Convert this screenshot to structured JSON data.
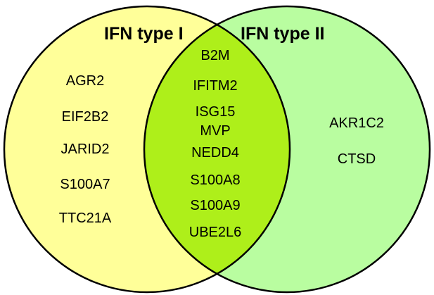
{
  "sets": {
    "type1": {
      "label": "IFN type I",
      "fill": "#ffff99",
      "genes": [
        "AGR2",
        "EIF2B2",
        "JARID2",
        "S100A7",
        "TTC21A"
      ]
    },
    "type2": {
      "label": "IFN type II",
      "fill": "#b9fda0",
      "genes": [
        "AKR1C2",
        "CTSD"
      ]
    }
  },
  "overlap": {
    "fill": "#aeef1a",
    "genes": [
      "B2M",
      "IFITM2",
      "ISG15",
      "MVP",
      "NEDD4",
      "S100A8",
      "S100A9",
      "UBE2L6"
    ]
  },
  "outline_color": "#000000"
}
